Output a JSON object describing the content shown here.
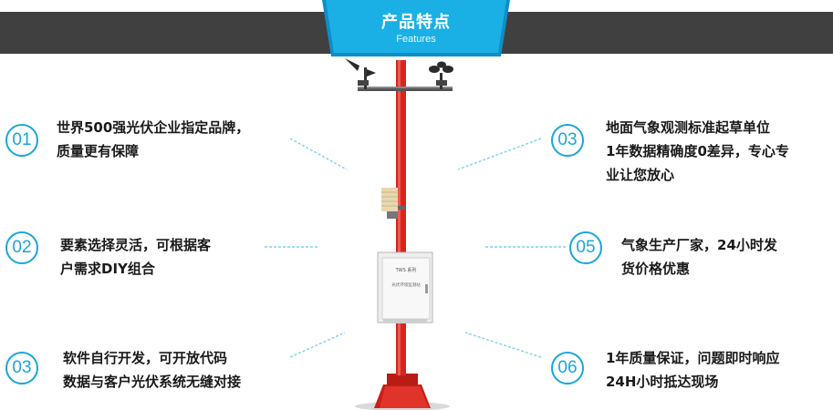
{
  "header": {
    "title": "产品特点",
    "subtitle": "Features"
  },
  "product": {
    "box_label_line1": "TWS 系列",
    "box_label_line2": "光伏环境监测站"
  },
  "features": [
    {
      "number": "01",
      "line1": "世界500强光伏企业指定品牌，",
      "line2": "质量更有保障",
      "line3": ""
    },
    {
      "number": "02",
      "line1": "要素选择灵活，可根据客",
      "line2": "户需求DIY组合",
      "line3": ""
    },
    {
      "number": "03",
      "line1": "软件自行开发，可开放代码",
      "line2": "数据与客户光伏系统无缝对接",
      "line3": ""
    },
    {
      "number": "03",
      "line1": "地面气象观测标准起草单位",
      "line2": "1年数据精确度0差异，专心专",
      "line3": "业让您放心"
    },
    {
      "number": "05",
      "line1": "气象生产厂家，24小时发",
      "line2": "货价格优惠",
      "line3": ""
    },
    {
      "number": "06",
      "line1": "1年质量保证，问题即时响应",
      "line2": "24H小时抵达现场",
      "line3": ""
    }
  ],
  "colors": {
    "accent": "#1aa6d9",
    "header_band": "#404040",
    "pole": "#d7261e"
  }
}
